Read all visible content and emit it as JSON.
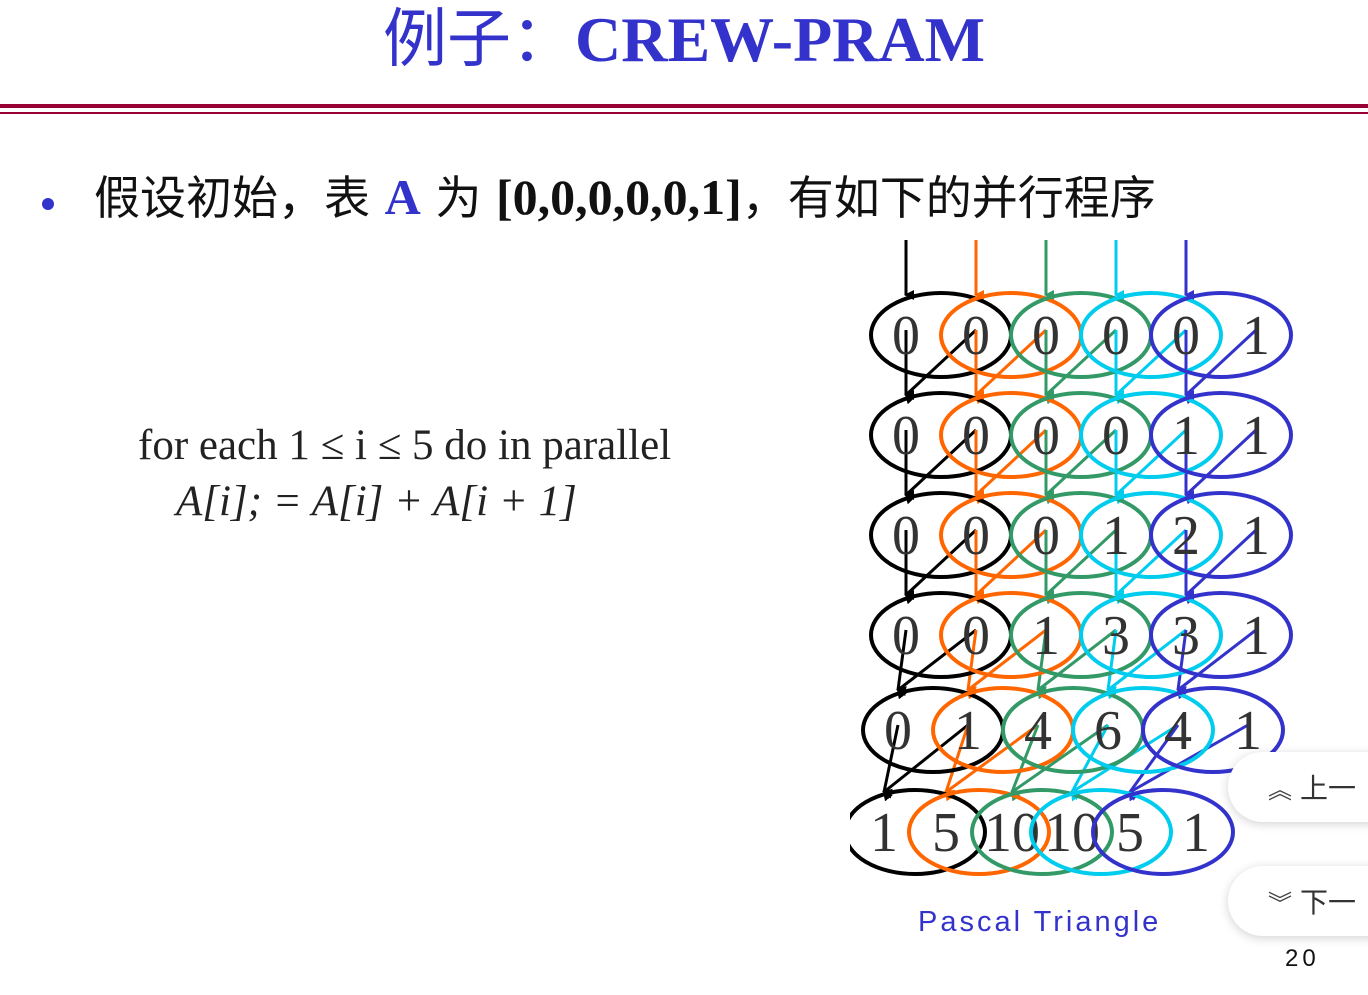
{
  "title": {
    "prefix": "例子：",
    "main": "CREW-PRAM"
  },
  "bullet": {
    "part1": "假设初始，表 ",
    "var": "A",
    "part2": " 为 ",
    "array": "[0,0,0,0,0,1]",
    "part3": "，有如下的并行程序"
  },
  "code": {
    "line1": "for each 1 ≤ i ≤ 5 do in parallel",
    "line2": "A[i]; = A[i] + A[i + 1]"
  },
  "triangle": {
    "rows": [
      [
        "0",
        "0",
        "0",
        "0",
        "0",
        "1"
      ],
      [
        "0",
        "0",
        "0",
        "0",
        "1",
        "1"
      ],
      [
        "0",
        "0",
        "0",
        "1",
        "2",
        "1"
      ],
      [
        "0",
        "0",
        "1",
        "3",
        "3",
        "1"
      ],
      [
        "0",
        "1",
        "4",
        "6",
        "4",
        "1"
      ],
      [
        "1",
        "5",
        "10",
        "10",
        "5",
        "1"
      ]
    ],
    "colors": [
      "#000000",
      "#ff6600",
      "#339966",
      "#00ccee",
      "#3333cc"
    ],
    "caption": "Pascal Triangle"
  },
  "page_number": "20",
  "nav": {
    "prev_label": "上一",
    "next_label": "下一",
    "prev_icon": "double-chevron-up-icon",
    "next_icon": "double-chevron-down-icon"
  }
}
